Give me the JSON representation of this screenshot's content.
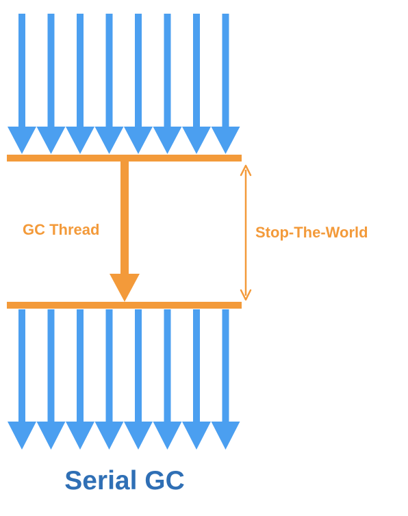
{
  "diagram": {
    "gc_thread_label": "GC Thread",
    "stw_label": "Stop-The-World",
    "caption": "Serial GC",
    "app_thread_count": 8
  },
  "colors": {
    "app_thread": "#4b9ff0",
    "gc_orange": "#f39a3a",
    "caption": "#2f6fb5"
  }
}
